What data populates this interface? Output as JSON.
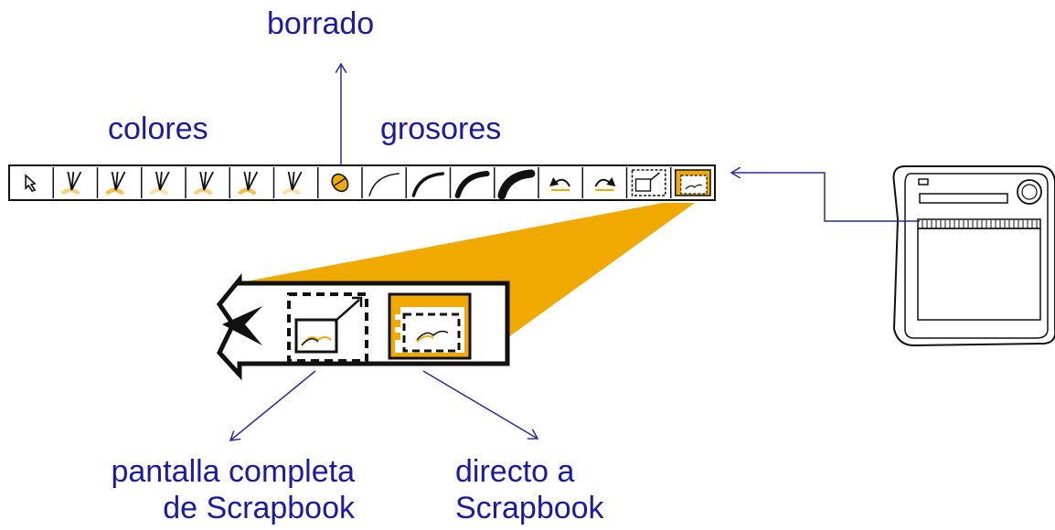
{
  "labels": {
    "borrado": "borrado",
    "colores": "colores",
    "grosores": "grosores",
    "full_line1": "pantalla completa",
    "full_line2": "de Scrapbook",
    "direct_line1": "directo a",
    "direct_line2": "Scrapbook"
  },
  "toolbar": {
    "buttons": [
      {
        "id": "select",
        "icon": "arrow-pointer-icon"
      },
      {
        "id": "pen-color-1",
        "icon": "pen-icon"
      },
      {
        "id": "pen-color-2",
        "icon": "pen-icon"
      },
      {
        "id": "pen-color-3",
        "icon": "pen-icon"
      },
      {
        "id": "pen-color-4",
        "icon": "pen-icon"
      },
      {
        "id": "pen-color-5",
        "icon": "pen-icon"
      },
      {
        "id": "pen-color-6",
        "icon": "pen-icon"
      },
      {
        "id": "eraser",
        "icon": "eraser-icon"
      },
      {
        "id": "stroke-1",
        "icon": "stroke-thin-icon"
      },
      {
        "id": "stroke-2",
        "icon": "stroke-medium-icon"
      },
      {
        "id": "stroke-3",
        "icon": "stroke-thick-icon"
      },
      {
        "id": "stroke-4",
        "icon": "stroke-heavy-icon"
      },
      {
        "id": "undo",
        "icon": "undo-icon"
      },
      {
        "id": "redo",
        "icon": "redo-icon"
      },
      {
        "id": "fullscreen-scrapbook",
        "icon": "fullscreen-scrapbook-icon"
      },
      {
        "id": "direct-scrapbook",
        "icon": "direct-scrapbook-icon"
      }
    ]
  },
  "colors": {
    "accent": "#f0a900",
    "label": "#1a1aa6",
    "arrow": "#2b2b9a",
    "outline": "#111111"
  }
}
